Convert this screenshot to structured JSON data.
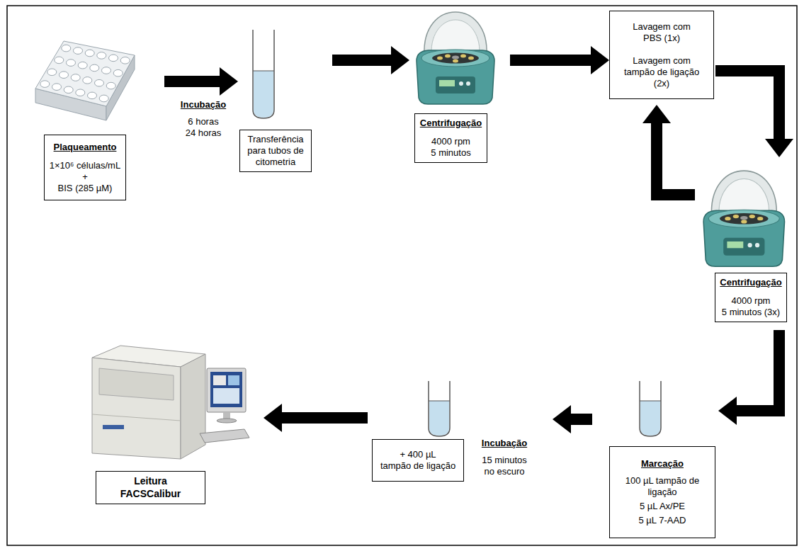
{
  "diagram": {
    "nodes": [
      {
        "text": [
          "Plaqueamento",
          "1×10⁶ células/mL",
          "+",
          "BIS (285 µM)"
        ]
      },
      {
        "text": [
          "Transferência para tubos de citometria"
        ]
      },
      {
        "text": [
          "Centrifugação",
          "4000 rpm",
          "5 minutos"
        ]
      },
      {
        "text": [
          "Lavagem com PBS (1x)",
          "Lavagem com tampão de ligação (2x)"
        ]
      },
      {
        "text": [
          "Centrifugação",
          "4000 rpm",
          "5 minutos (3x)"
        ]
      },
      {
        "text": [
          "Marcação",
          "100 µL tampão de ligação",
          "5 µL Ax/PE",
          "5 µL 7-AAD"
        ]
      },
      {
        "text": [
          "+ 400 µL",
          "tampão de ligação"
        ]
      },
      {
        "text": [
          "Leitura",
          "FACSCalibur"
        ]
      }
    ],
    "edges": [
      {
        "from": 0,
        "to": 1,
        "arrow": "to"
      },
      {
        "from": 1,
        "to": 2,
        "arrow": "to"
      },
      {
        "from": 2,
        "to": 3,
        "arrow": "to"
      },
      {
        "from": 3,
        "to": 4,
        "arrow": "to"
      },
      {
        "from": 4,
        "to": 3,
        "arrow": "to"
      },
      {
        "from": 4,
        "to": 5,
        "arrow": "to"
      },
      {
        "from": 5,
        "to": 6,
        "arrow": "to"
      },
      {
        "from": 6,
        "to": 7,
        "arrow": "to"
      }
    ],
    "labels": [
      "Incubação",
      "6 horas",
      "24 horas",
      "Incubação",
      "15 minutos",
      "no escuro"
    ]
  }
}
